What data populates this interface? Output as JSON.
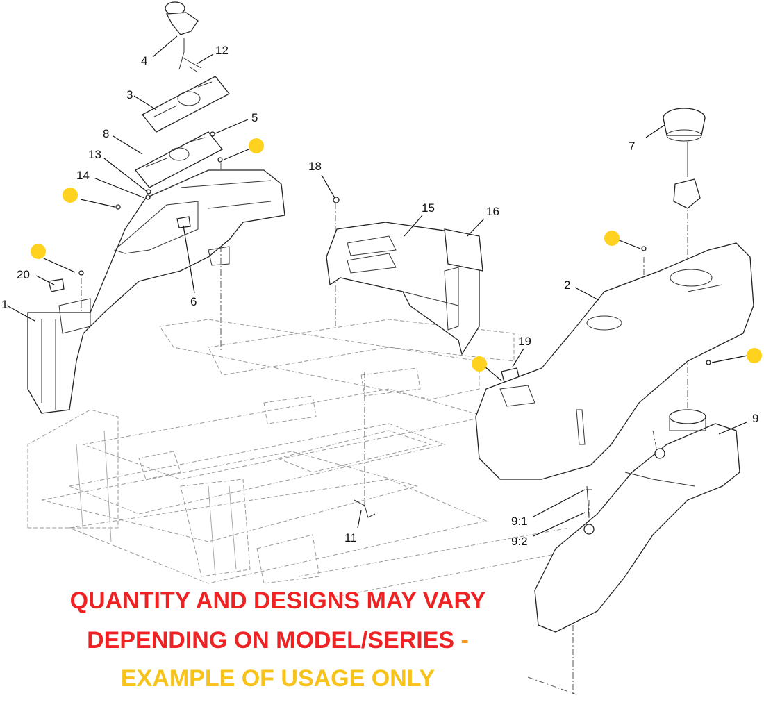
{
  "callouts": {
    "c1": "1",
    "c2": "2",
    "c3": "3",
    "c4": "4",
    "c5": "5",
    "c6": "6",
    "c7": "7",
    "c8": "8",
    "c9": "9",
    "c9_1": "9:1",
    "c9_2": "9:2",
    "c11": "11",
    "c12": "12",
    "c13": "13",
    "c14": "14",
    "c15": "15",
    "c16": "16",
    "c18": "18",
    "c19": "19",
    "c20": "20"
  },
  "notice": {
    "line1": "QUANTITY AND DESIGNS MAY VARY",
    "line2": "DEPENDING ON MODEL/SERIES",
    "line2_dash": " -",
    "line3": "EXAMPLE OF USAGE ONLY"
  },
  "colors": {
    "notice_red": "#EE2222",
    "notice_orange": "#F39A1E",
    "notice_yellow": "#F7C21A",
    "marker_yellow": "#FFD21F"
  }
}
